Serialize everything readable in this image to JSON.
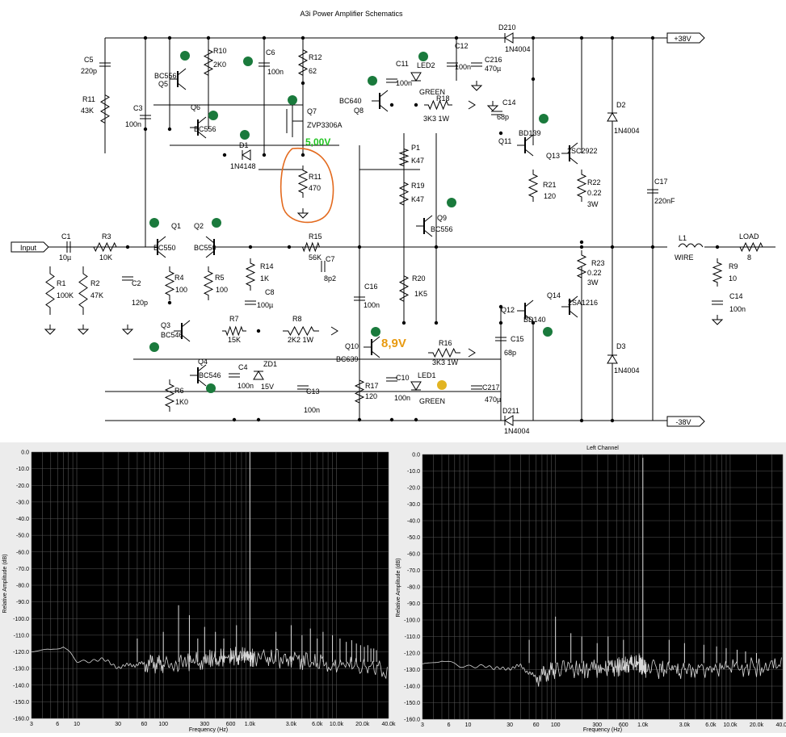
{
  "schematic": {
    "title": "A3i Power Amplifier Schematics",
    "rails": {
      "positive": "+38V",
      "negative": "-38V"
    },
    "input_label": "Input",
    "voltage_notes": {
      "q7_source": "5,00V",
      "q10_emitter": "8,9V"
    },
    "colors": {
      "dot": "#1a7a3c",
      "note_green": "#22c422",
      "note_orange": "#e89a10",
      "highlight": "#e36a1e",
      "wire": "#000000"
    },
    "labels": [
      "C5",
      "220p",
      "R11",
      "43K",
      "C3",
      "100n",
      "BC556",
      "Q5",
      "R10",
      "2K0",
      "Q6",
      "BC556",
      "C6",
      "100n",
      "R12",
      "62",
      "Q7",
      "ZVP3306A",
      "D1",
      "1N4148",
      "R11",
      "470",
      "BC640",
      "Q8",
      "C11",
      "100n",
      "LED2",
      "GREEN",
      "R18",
      "3K3 1W",
      "C12",
      "100n",
      "C216",
      "470µ",
      "D210",
      "1N4004",
      "C14",
      "68p",
      "BD139",
      "Q11",
      "Q13",
      "2SC2922",
      "D2",
      "1N4004",
      "P1",
      "K47",
      "R19",
      "K47",
      "Q9",
      "BC556",
      "R21",
      "120",
      "R22",
      "0.22",
      "3W",
      "C17",
      "220nF",
      "C1",
      "10µ",
      "R3",
      "10K",
      "Q1",
      "BC550",
      "Q2",
      "BC550",
      "R15",
      "56K",
      "C7",
      "8p2",
      "L1",
      "WIRE",
      "LOAD",
      "8",
      "R1",
      "100K",
      "R2",
      "47K",
      "C2",
      "120p",
      "R4",
      "100",
      "R5",
      "100",
      "R14",
      "1K",
      "C8",
      "100µ",
      "C16",
      "100n",
      "R20",
      "1K5",
      "R23",
      "0.22",
      "3W",
      "Q14",
      "2SA1216",
      "R9",
      "10",
      "C14",
      "100n",
      "Q3",
      "BC546",
      "R7",
      "15K",
      "R8",
      "2K2 1W",
      "Q12",
      "BD140",
      "C15",
      "68p",
      "Q10",
      "BC639",
      "R16",
      "3K3 1W",
      "Q4",
      "BC546",
      "C4",
      "100n",
      "ZD1",
      "15V",
      "C13",
      "100n",
      "R6",
      "1K0",
      "R17",
      "120",
      "C10",
      "100n",
      "LED1",
      "GREEN",
      "C217",
      "470µ",
      "D211",
      "1N4004",
      "D3",
      "1N4004"
    ]
  },
  "spectra": [
    {
      "title": "",
      "xlabel": "Frequency (Hz)",
      "ylabel": "Relative Amplitude (dB)",
      "y_ticks": [
        "0.0",
        "-10.0",
        "-20.0",
        "-30.0",
        "-40.0",
        "-50.0",
        "-60.0",
        "-70.0",
        "-80.0",
        "-90.0",
        "-100.0",
        "-110.0",
        "-120.0",
        "-130.0",
        "-140.0",
        "-150.0",
        "-160.0"
      ],
      "x_ticks": [
        "3",
        "6",
        "10",
        "30",
        "60",
        "100",
        "300",
        "600",
        "1.0k",
        "3.0k",
        "6.0k",
        "10.0k",
        "20.0k",
        "40.0k"
      ]
    },
    {
      "title": "Left Channel",
      "xlabel": "Frequency (Hz)",
      "ylabel": "Relative Amplitude (dB)",
      "y_ticks": [
        "0.0",
        "-10.0",
        "-20.0",
        "-30.0",
        "-40.0",
        "-50.0",
        "-60.0",
        "-70.0",
        "-80.0",
        "-90.0",
        "-100.0",
        "-110.0",
        "-120.0",
        "-130.0",
        "-140.0",
        "-150.0",
        "-160.0"
      ],
      "x_ticks": [
        "3",
        "6",
        "10",
        "30",
        "60",
        "100",
        "300",
        "600",
        "1.0k",
        "3.0k",
        "6.0k",
        "10.0k",
        "20.0k",
        "40.0k"
      ]
    }
  ],
  "chart_data": [
    {
      "type": "line",
      "title": "",
      "xlabel": "Frequency (Hz)",
      "ylabel": "Relative Amplitude (dB)",
      "xscale": "log",
      "xlim": [
        3,
        40000
      ],
      "ylim": [
        -160,
        0
      ],
      "grid": true,
      "floor": [
        [
          3,
          -120
        ],
        [
          5,
          -120
        ],
        [
          7,
          -117
        ],
        [
          10,
          -125
        ],
        [
          20,
          -125
        ],
        [
          30,
          -129
        ],
        [
          60,
          -127
        ],
        [
          100,
          -127
        ],
        [
          300,
          -125
        ],
        [
          600,
          -123
        ],
        [
          900,
          -122
        ],
        [
          1100,
          -124
        ],
        [
          3000,
          -124
        ],
        [
          10000,
          -128
        ],
        [
          40000,
          -130
        ]
      ],
      "peaks": [
        [
          50,
          -112
        ],
        [
          100,
          -108
        ],
        [
          150,
          -92
        ],
        [
          200,
          -98
        ],
        [
          250,
          -112
        ],
        [
          300,
          -105
        ],
        [
          400,
          -108
        ],
        [
          500,
          -112
        ],
        [
          700,
          -104
        ],
        [
          1000,
          0
        ],
        [
          2000,
          -108
        ],
        [
          3000,
          -104
        ],
        [
          4000,
          -110
        ],
        [
          5000,
          -106
        ],
        [
          6000,
          -112
        ],
        [
          7000,
          -108
        ],
        [
          9000,
          -110
        ],
        [
          11000,
          -112
        ],
        [
          13000,
          -114
        ],
        [
          15000,
          -113
        ],
        [
          17000,
          -115
        ],
        [
          19000,
          -116
        ],
        [
          21000,
          -117
        ],
        [
          23000,
          -116
        ],
        [
          25000,
          -118
        ],
        [
          27000,
          -118
        ],
        [
          29000,
          -119
        ]
      ]
    },
    {
      "type": "line",
      "title": "Left Channel",
      "xlabel": "Frequency (Hz)",
      "ylabel": "Relative Amplitude (dB)",
      "xscale": "log",
      "xlim": [
        3,
        40000
      ],
      "ylim": [
        -160,
        0
      ],
      "grid": true,
      "floor": [
        [
          3,
          -128
        ],
        [
          5,
          -125
        ],
        [
          8,
          -128
        ],
        [
          15,
          -127
        ],
        [
          20,
          -130
        ],
        [
          40,
          -128
        ],
        [
          60,
          -135
        ],
        [
          100,
          -130
        ],
        [
          300,
          -130
        ],
        [
          600,
          -128
        ],
        [
          900,
          -126
        ],
        [
          1100,
          -130
        ],
        [
          3000,
          -130
        ],
        [
          10000,
          -129
        ],
        [
          40000,
          -128
        ]
      ],
      "peaks": [
        [
          50,
          -112
        ],
        [
          100,
          -98
        ],
        [
          150,
          -108
        ],
        [
          200,
          -110
        ],
        [
          300,
          -114
        ],
        [
          400,
          -110
        ],
        [
          600,
          -112
        ],
        [
          1000,
          -2
        ],
        [
          2000,
          -112
        ],
        [
          3000,
          -114
        ],
        [
          5000,
          -115
        ],
        [
          7000,
          -116
        ],
        [
          9000,
          -117
        ],
        [
          12000,
          -118
        ],
        [
          15000,
          -119
        ],
        [
          20000,
          -120
        ]
      ]
    }
  ]
}
